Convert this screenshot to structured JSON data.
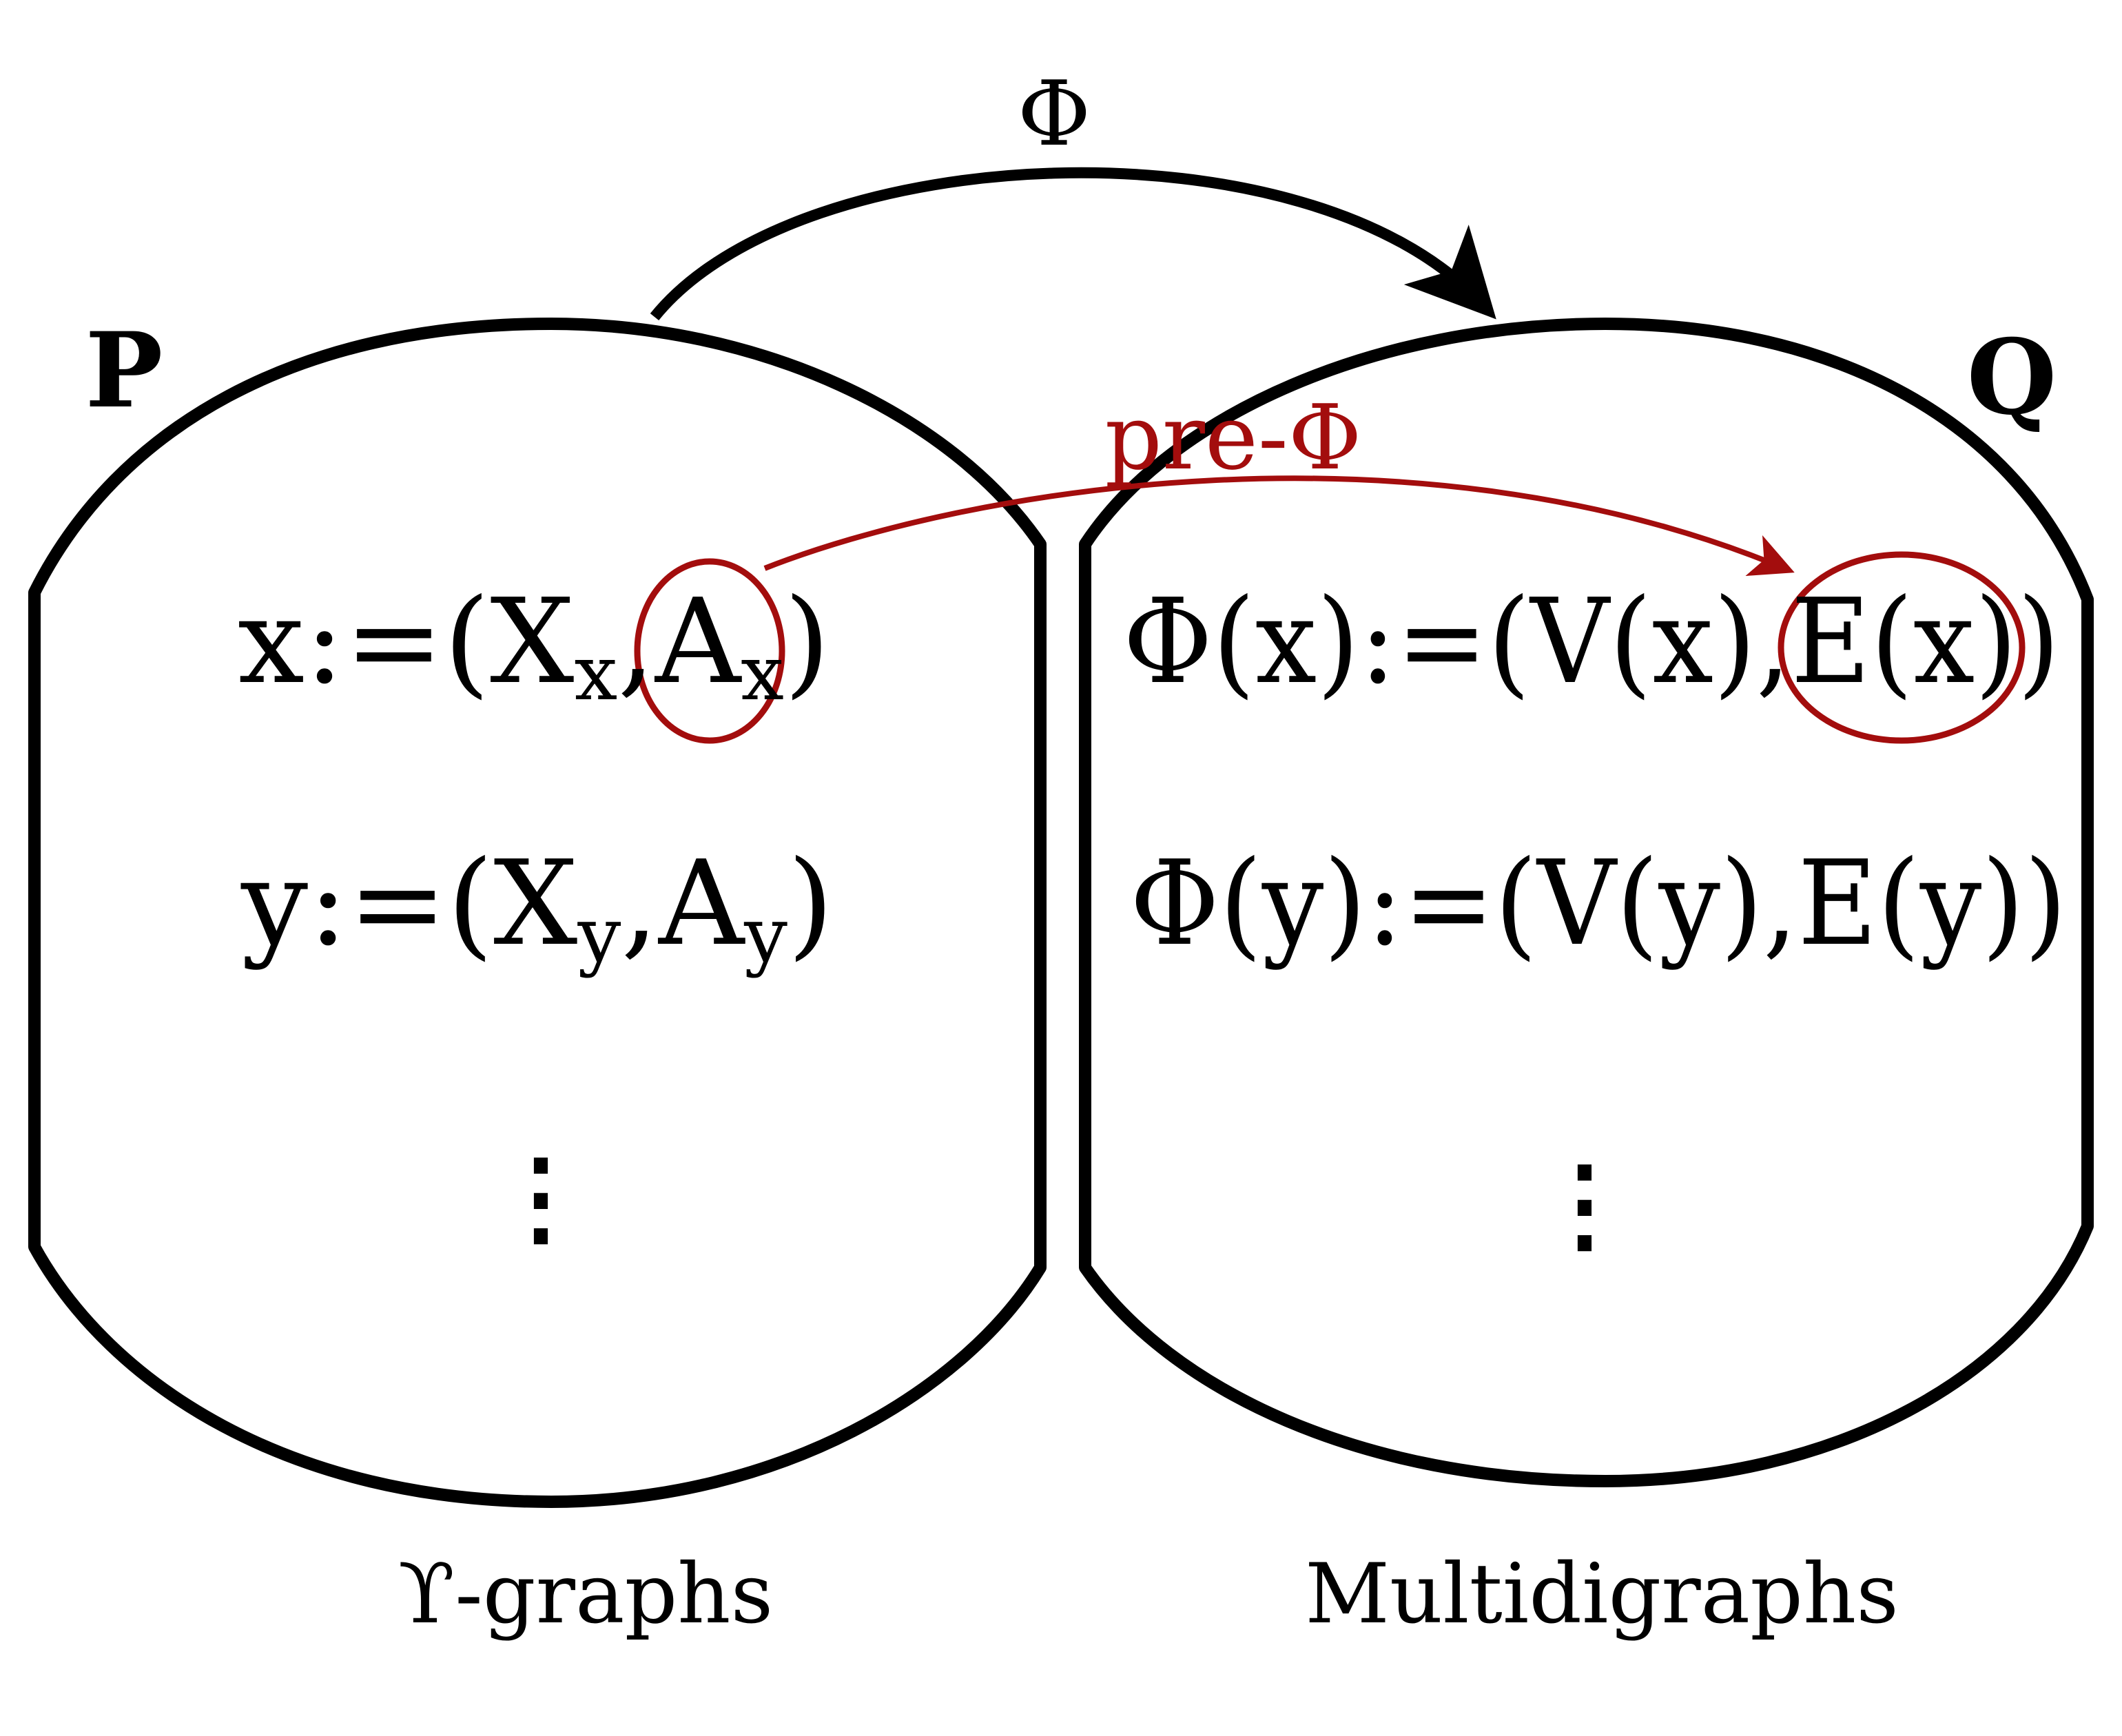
{
  "colors": {
    "ink": "#000000",
    "highlight": "#a30d0d"
  },
  "map": {
    "phi_label": "Φ",
    "pre_phi_label": "pre-Φ"
  },
  "left_set": {
    "name": "P",
    "caption": "ϒ-graphs",
    "row1": {
      "var": "x",
      "assign": ":=(",
      "X": "X",
      "X_sub": "x",
      "comma": ",",
      "A": "A",
      "A_sub": "x",
      "close": ")"
    },
    "row2": {
      "var": "y",
      "assign": ":=(",
      "X": "X",
      "X_sub": "y",
      "comma": ",",
      "A": "A",
      "A_sub": "y",
      "close": ")"
    },
    "ellipsis": "⋮"
  },
  "right_set": {
    "name": "Q",
    "caption": "Multidigraphs",
    "row1": {
      "lhs": "Φ(x):=(V(x),",
      "highlighted": "E(x)",
      "close": ")"
    },
    "row2": {
      "text": "Φ(y):=(V(y),E(y))"
    },
    "ellipsis": "⋮"
  }
}
